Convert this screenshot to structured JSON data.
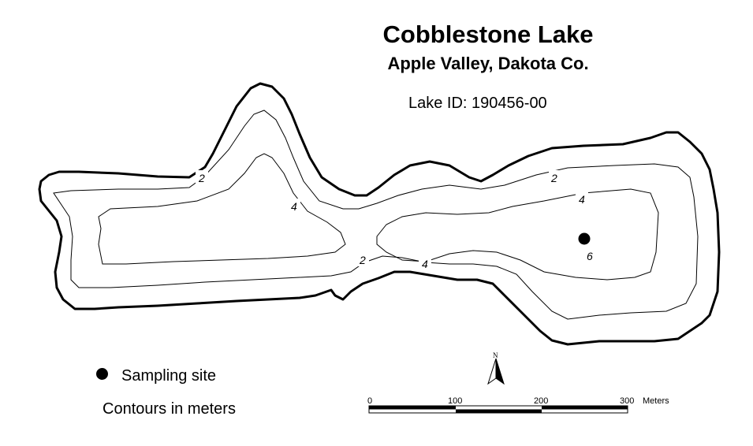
{
  "title": "Cobblestone Lake",
  "subtitle": "Apple Valley, Dakota Co.",
  "lake_id": "Lake ID: 190456-00",
  "contour_labels": {
    "c2a": "2",
    "c2b": "2",
    "c2c": "2",
    "c4a": "4",
    "c4b": "4",
    "c4c": "4",
    "c6": "6"
  },
  "legend": {
    "sampling_site": "Sampling site",
    "contours_note": "Contours in meters"
  },
  "north_arrow": {
    "label": "N"
  },
  "scale_bar": {
    "ticks": [
      "0",
      "100",
      "200",
      "300"
    ],
    "unit": "Meters"
  }
}
